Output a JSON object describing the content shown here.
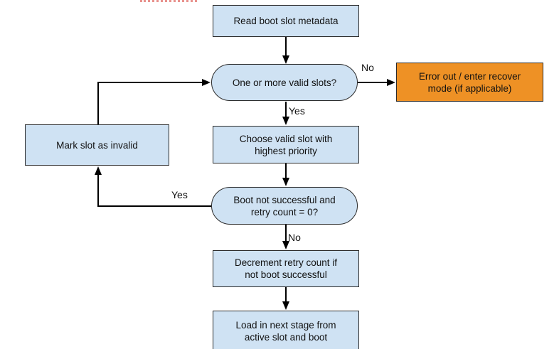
{
  "flowchart": {
    "nodes": {
      "read_metadata": "Read boot slot metadata",
      "valid_slots_decision": "One or more valid slots?",
      "error_recover": "Error out / enter recover\nmode (if applicable)",
      "choose_slot": "Choose valid slot with\nhighest priority",
      "mark_invalid": "Mark slot as invalid",
      "boot_retry_decision": "Boot not successful and\nretry count = 0?",
      "decrement_retry": "Decrement retry count if\nnot boot successful",
      "load_next_stage": "Load in next stage from\nactive slot and boot"
    },
    "edge_labels": {
      "valid_slots_no": "No",
      "valid_slots_yes": "Yes",
      "boot_retry_yes": "Yes",
      "boot_retry_no": "No"
    },
    "colors": {
      "node_fill_blue": "#cfe2f3",
      "node_fill_orange": "#ee9125",
      "node_border": "#2b2b2b",
      "arrow": "#000000",
      "squiggle_red": "#e8918c"
    }
  }
}
